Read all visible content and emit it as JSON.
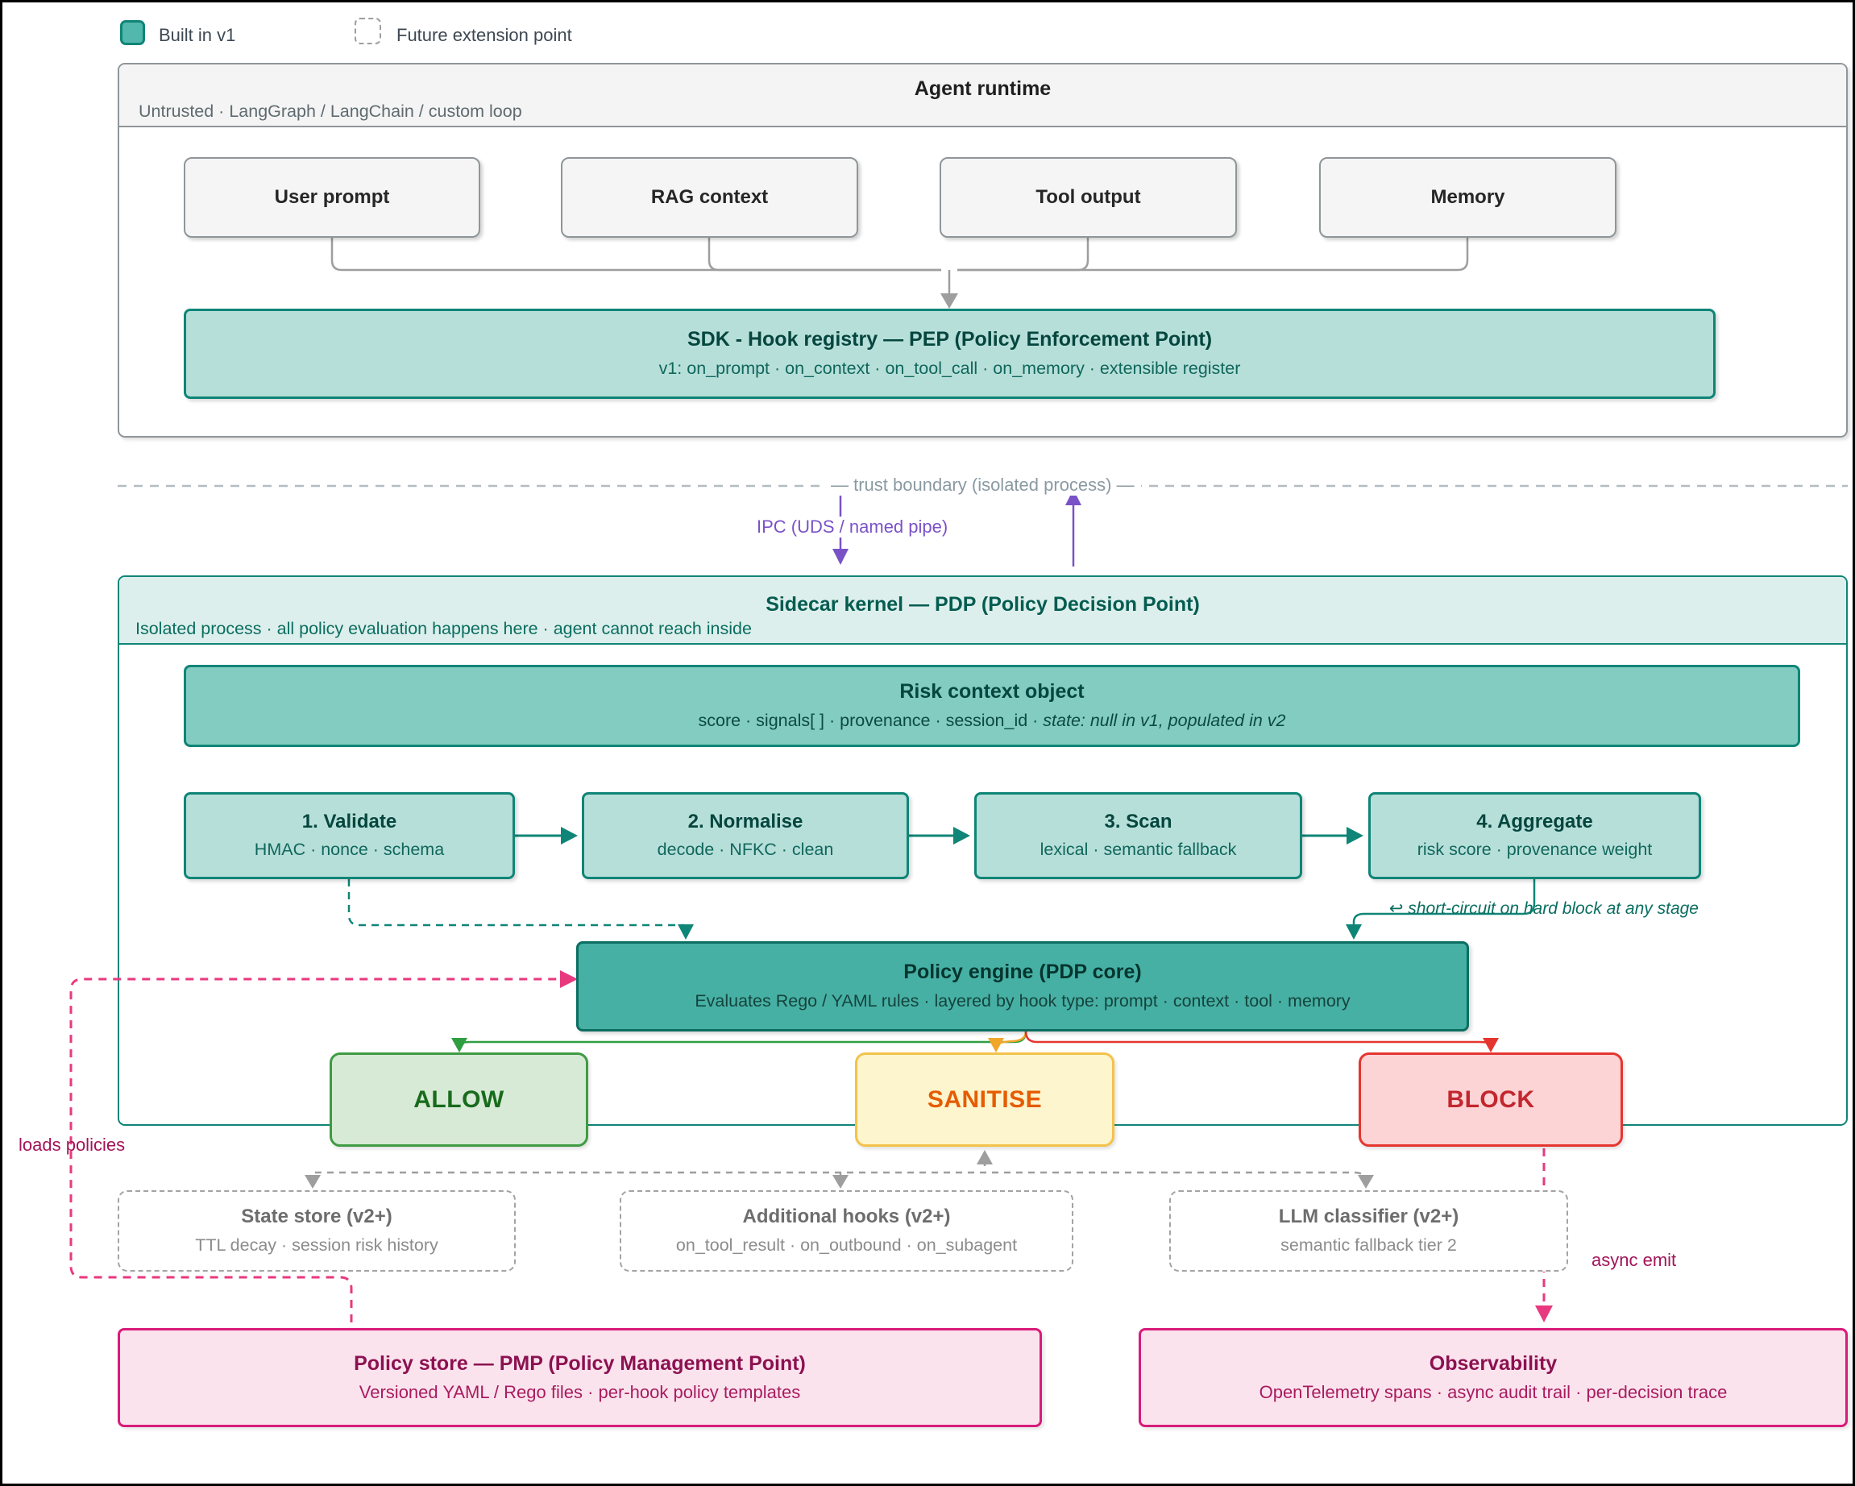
{
  "colors": {
    "teal_border": "#0f8577",
    "teal_light_fill": "#b7dfd9",
    "teal_mid_fill": "#82ccc2",
    "teal_deep_fill": "#47b0a4",
    "teal_text_dark": "#05463e",
    "gray_connector": "#9e9e9e",
    "purple": "#7a52c7",
    "green": "#2f9e41",
    "green_fill": "#d7ead6",
    "green_text": "#186b1c",
    "orange": "#f0a62b",
    "yellow_fill": "#fdf5cd",
    "orange_text": "#e55c04",
    "red": "#e5352f",
    "red_fill": "#fcd4d6",
    "red_text": "#c3262e",
    "pink": "#e8397f",
    "pink_dark_text": "#a31458",
    "magenta_border": "#d81b7a",
    "magenta_fill": "#fbe3ee"
  },
  "legend": {
    "built_label": "Built in v1",
    "future_label": "Future extension point"
  },
  "agent_runtime": {
    "title": "Agent runtime",
    "subtitle": "Untrusted · LangGraph / LangChain / custom loop",
    "sources": [
      {
        "label": "User prompt"
      },
      {
        "label": "RAG context"
      },
      {
        "label": "Tool output"
      },
      {
        "label": "Memory"
      }
    ],
    "sdk": {
      "title": "SDK - Hook registry — PEP (Policy Enforcement Point)",
      "subtitle": "v1: on_prompt · on_context · on_tool_call · on_memory · extensible register"
    }
  },
  "trust_boundary": {
    "label": "— trust boundary (isolated process) —",
    "ipc_label": "IPC (UDS / named pipe)"
  },
  "sidecar": {
    "title": "Sidecar kernel — PDP (Policy Decision Point)",
    "subtitle": "Isolated process · all policy evaluation happens here · agent cannot reach inside",
    "risk_context": {
      "title": "Risk context object",
      "subtitle_regular": "score · signals[ ] · provenance · session_id · ",
      "subtitle_italic": "state: null in v1, populated in v2"
    },
    "pipeline": [
      {
        "title": "1. Validate",
        "subtitle": "HMAC · nonce · schema"
      },
      {
        "title": "2. Normalise",
        "subtitle": "decode · NFKC · clean"
      },
      {
        "title": "3. Scan",
        "subtitle": "lexical · semantic fallback"
      },
      {
        "title": "4. Aggregate",
        "subtitle": "risk score · provenance weight"
      }
    ],
    "short_circuit_note": "↩ short-circuit on hard block at any stage",
    "policy_engine": {
      "title": "Policy engine (PDP core)",
      "subtitle": "Evaluates Rego / YAML rules · layered by hook type: prompt · context · tool · memory"
    },
    "decisions": [
      {
        "label": "ALLOW"
      },
      {
        "label": "SANITISE"
      },
      {
        "label": "BLOCK"
      }
    ]
  },
  "future_boxes": [
    {
      "title": "State store (v2+)",
      "subtitle": "TTL decay · session risk history"
    },
    {
      "title": "Additional hooks (v2+)",
      "subtitle": "on_tool_result · on_outbound · on_subagent"
    },
    {
      "title": "LLM classifier (v2+)",
      "subtitle": "semantic fallback tier 2"
    }
  ],
  "edges": {
    "loads_policies": "loads policies",
    "async_emit": "async emit"
  },
  "policy_store": {
    "title": "Policy store — PMP (Policy Management Point)",
    "subtitle": "Versioned YAML / Rego files · per-hook policy templates"
  },
  "observability": {
    "title": "Observability",
    "subtitle": "OpenTelemetry spans · async audit trail · per-decision trace"
  }
}
